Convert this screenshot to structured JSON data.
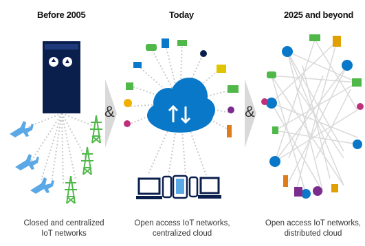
{
  "panels": [
    {
      "title": "Before 2005",
      "caption_line1": "Closed and centralized",
      "caption_line2": "IoT networks"
    },
    {
      "title": "Today",
      "caption_line1": "Open access IoT networks,",
      "caption_line2": "centralized cloud"
    },
    {
      "title": "2025 and beyond",
      "caption_line1": "Open access IoT networks,",
      "caption_line2": "distributed cloud"
    }
  ],
  "connector_1": "&",
  "connector_2": "&",
  "colors": {
    "server": "#0b1f4d",
    "cloud": "#0a78c8",
    "airplane": "#5aa9e6",
    "tower": "#4fb848",
    "device_outline": "#0b1f4d",
    "arrow_bg": "#d9d9d9",
    "dots": "#c9c9c9"
  },
  "icons": {
    "panel1": [
      "server-icon",
      "airplane-icon",
      "transmission-tower-icon"
    ],
    "panel2": [
      "cloud-icon",
      "monitor-icon",
      "smartphone-icon",
      "tablet-icon",
      "laptop-icon"
    ],
    "panel3": [
      "house-icon",
      "tree-icon",
      "lightbulb-icon"
    ]
  }
}
